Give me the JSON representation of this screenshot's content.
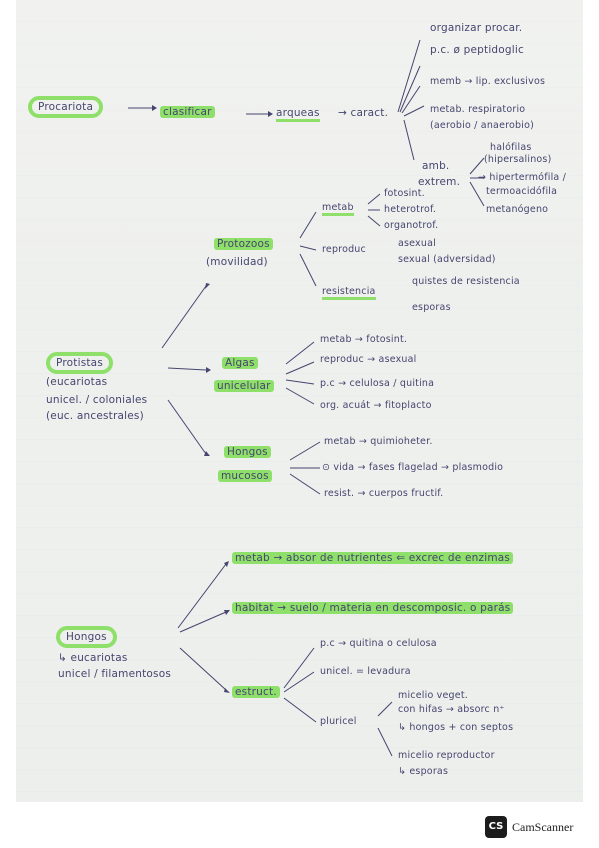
{
  "procariota": {
    "root": "Procariota",
    "clasificar": "clasificar",
    "arqueas": "arqueas",
    "caract": "→ caract.",
    "organizar": "organizar procar.",
    "pc": "p.c. ø peptidoglic",
    "memb": "memb → lip. exclusivos",
    "metab": "metab. respiratorio",
    "metab2": "(aerobio / anaerobio)",
    "amb": "amb.",
    "extrem": "extrem.",
    "halofilas": "halófilas",
    "halofilas2": "(hipersalinos)",
    "hiper": "→ hipertermófila /",
    "termo": "termoacidófila",
    "metanogeno": "metanógeno"
  },
  "protistas": {
    "root": "Protistas",
    "desc1": "(eucariotas",
    "desc2": "unicel. / coloniales",
    "desc3": "(euc. ancestrales)",
    "protozoos": "Protozoos",
    "movilidad": "(movilidad)",
    "metab": "metab",
    "fotosint": "fotosint.",
    "heterotrof": "heterotrof.",
    "organotrof": "organotrof.",
    "reproduc": "reproduc",
    "asexual": "asexual",
    "sexual": "sexual (adversidad)",
    "resistencia": "resistencia",
    "quistes": "quistes de resistencia",
    "esporas": "esporas",
    "algas": "Algas",
    "unicelular": "unicelular",
    "alg_metab": "metab → fotosint.",
    "alg_reproduc": "reproduc → asexual",
    "alg_pc": "p.c → celulosa / quitina",
    "alg_org": "org. acuát → fitoplacto",
    "hongos": "Hongos",
    "mucosos": "mucosos",
    "h_metab": "metab → quimioheter.",
    "h_vida": "⊙ vida → fases flagelad → plasmodio",
    "h_resist": "resist. → cuerpos fructif."
  },
  "hongos": {
    "root": "Hongos",
    "desc1": "↳ eucariotas",
    "desc2": "unicel / filamentosos",
    "metab": "metab → absor de nutrientes ⇐ excrec de enzimas",
    "habitat": "habitat → suelo / materia en descomposic. o parás",
    "estruct": "estruct.",
    "pc": "p.c → quitina o celulosa",
    "unicel": "unicel. = levadura",
    "pluricel": "pluricel",
    "micelio": "micelio veget.",
    "hifas": "con hifas → absorc n⁺",
    "hongos_sept": "↳ hongos + con septos",
    "reproductor": "micelio reproductor",
    "esporas": "↳ esporas"
  },
  "footer": {
    "logo": "CS",
    "brand": "CamScanner"
  }
}
